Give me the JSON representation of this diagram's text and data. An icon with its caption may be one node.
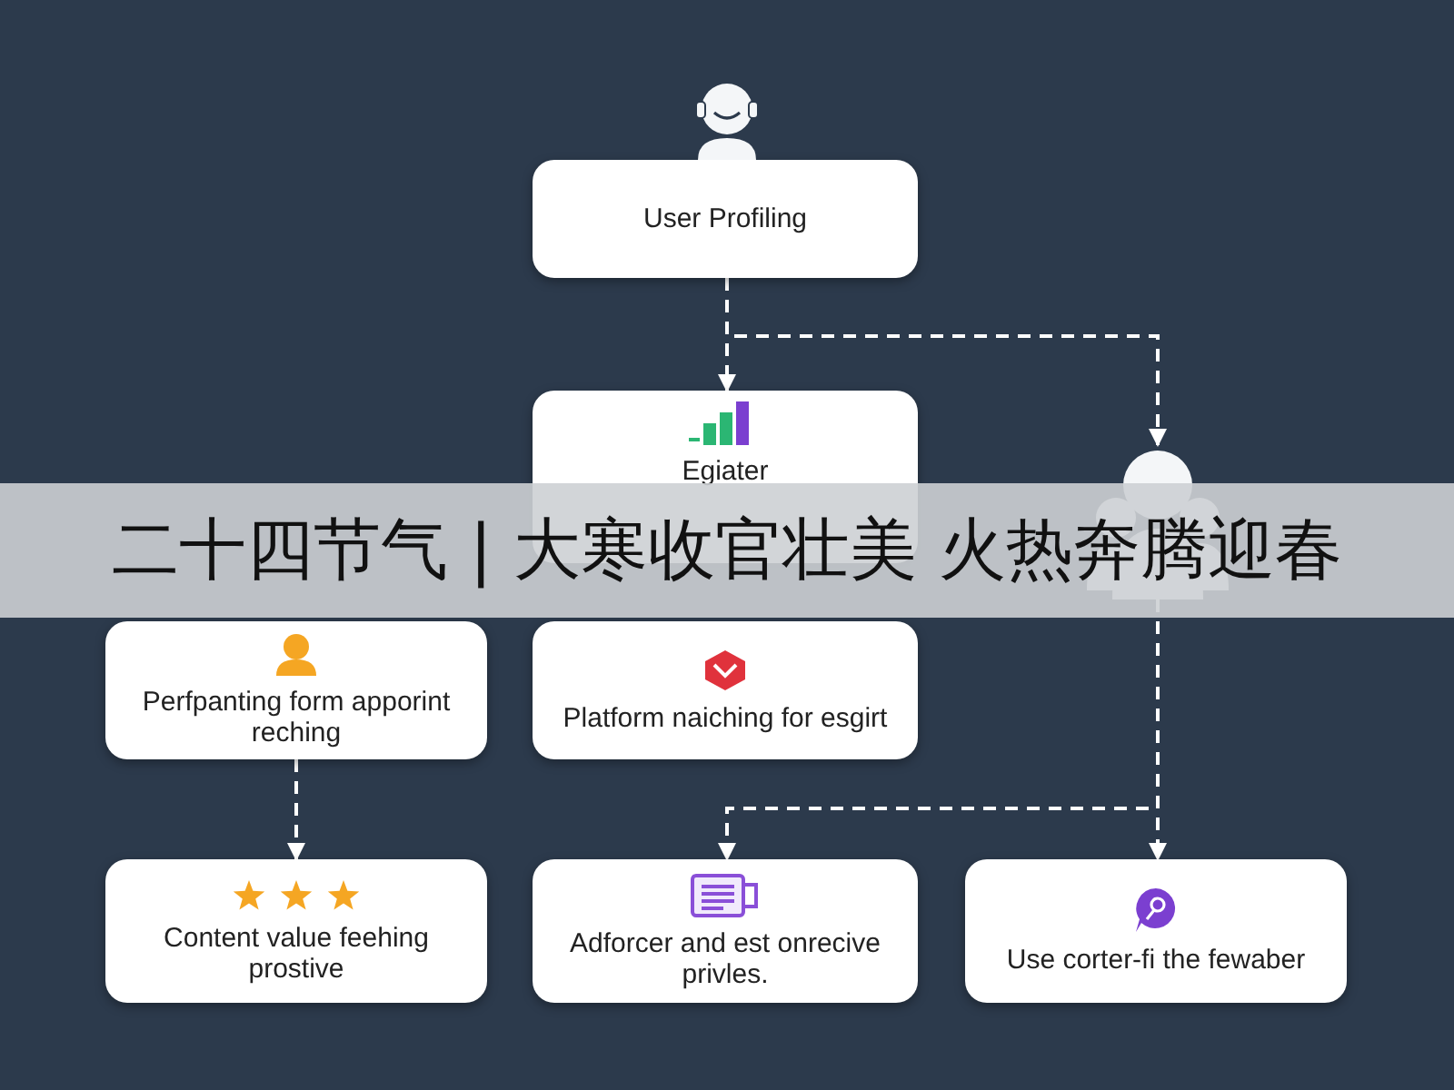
{
  "diagram": {
    "nodes": [
      {
        "text": [
          "User Profiling"
        ]
      },
      {
        "text": [
          "Egiater"
        ]
      },
      {
        "text": [],
        "shape": "person"
      },
      {
        "text": [
          "Perfpanting form apporint reching"
        ]
      },
      {
        "text": [
          "Platform naiching for esgirt"
        ]
      },
      {
        "text": [
          "Content value feehing prostive"
        ]
      },
      {
        "text": [
          "Adforcer and est onrecive privles."
        ]
      },
      {
        "text": [
          "Use corter-fi the fewaber"
        ]
      }
    ],
    "edges": [
      {
        "from": 0,
        "to": 1,
        "arrow": "to",
        "style": "dashed"
      },
      {
        "from": 0,
        "to": 2,
        "arrow": "to",
        "style": "dashed"
      },
      {
        "from": 2,
        "to": 6,
        "arrow": "to",
        "style": "dashed"
      },
      {
        "from": 2,
        "to": 7,
        "arrow": "to",
        "style": "dashed"
      },
      {
        "from": 3,
        "to": 5,
        "arrow": "to",
        "style": "dashed"
      }
    ],
    "labels": [
      "二十四节气 | 大寒收官壮美 火热奔腾迎春"
    ]
  }
}
